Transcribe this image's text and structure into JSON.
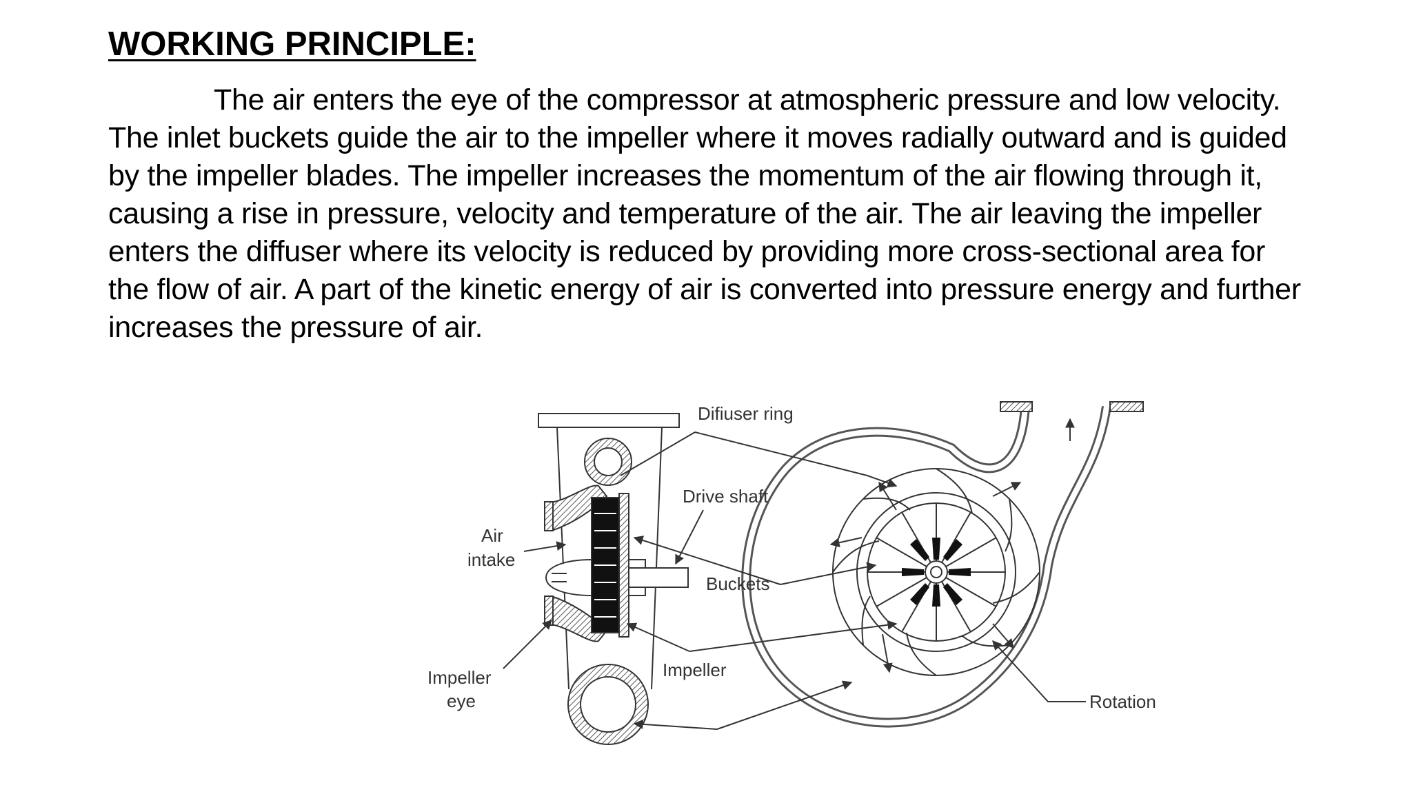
{
  "slide": {
    "title": "WORKING PRINCIPLE:",
    "body": "The air enters the eye of the compressor at atmospheric pressure and low velocity. The inlet buckets guide the air to the impeller where it moves radially outward and is guided by the impeller blades. The impeller increases the momentum of the air flowing through it, causing a rise in pressure, velocity and temperature of the air. The air leaving the impeller enters the diffuser where its velocity is reduced by providing more cross-sectional area for the flow of air. A part of the kinetic energy of air is converted into pressure energy and further increases the pressure of air."
  },
  "diagram": {
    "labels": {
      "diffuser_ring": "Difiuser ring",
      "drive_shaft": "Drive shaft",
      "air": "Air",
      "intake": "intake",
      "buckets": "Buckets",
      "impeller": "Impeller",
      "impeller_eye_1": "Impeller",
      "impeller_eye_2": "eye",
      "rotation": "Rotation"
    },
    "colors": {
      "stroke": "#333333",
      "fill_dark": "#111111",
      "hatch": "#555555"
    }
  }
}
